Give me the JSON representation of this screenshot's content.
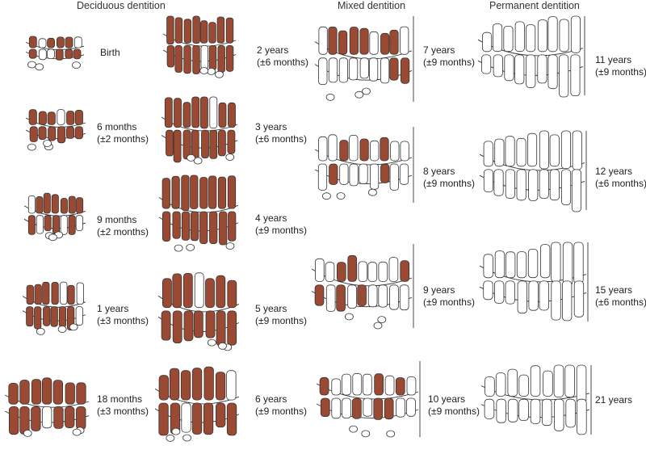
{
  "sections": {
    "deciduous": "Deciduous dentition",
    "mixed": "Mixed dentition",
    "permanent": "Permanent dentition"
  },
  "colors": {
    "deciduous_tooth": "#9a4a33",
    "permanent_tooth": "#ffffff",
    "outline": "#333333"
  },
  "stages": [
    {
      "id": "birth",
      "age": "Birth",
      "range": ""
    },
    {
      "id": "6m",
      "age": "6 months",
      "range": "(±2 months)"
    },
    {
      "id": "9m",
      "age": "9 months",
      "range": "(±2 months)"
    },
    {
      "id": "1y",
      "age": "1 years",
      "range": "(±3 months)"
    },
    {
      "id": "18m",
      "age": "18 months",
      "range": "(±3 months)"
    },
    {
      "id": "2y",
      "age": "2 years",
      "range": "(±6 months)"
    },
    {
      "id": "3y",
      "age": "3 years",
      "range": "(±6 months)"
    },
    {
      "id": "4y",
      "age": "4 years",
      "range": "(±9 months)"
    },
    {
      "id": "5y",
      "age": "5 years",
      "range": "(±9 months)"
    },
    {
      "id": "6y",
      "age": "6 years",
      "range": "(±9 months)"
    },
    {
      "id": "7y",
      "age": "7 years",
      "range": "(±9 months)"
    },
    {
      "id": "8y",
      "age": "8 years",
      "range": "(±9 months)"
    },
    {
      "id": "9y",
      "age": "9 years",
      "range": "(±9 months)"
    },
    {
      "id": "10y",
      "age": "10 years",
      "range": "(±9 months)"
    },
    {
      "id": "11y",
      "age": "11 years",
      "range": "(±9 months)"
    },
    {
      "id": "12y",
      "age": "12 years",
      "range": "(±6 months)"
    },
    {
      "id": "15y",
      "age": "15 years",
      "range": "(±6 months)"
    },
    {
      "id": "21y",
      "age": "21 years",
      "range": ""
    }
  ]
}
